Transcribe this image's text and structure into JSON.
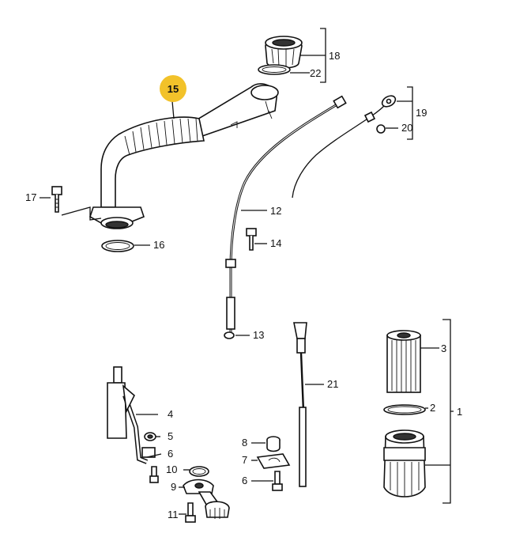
{
  "highlight_color": "#f2c22a",
  "labels": {
    "p1": "1",
    "p2": "2",
    "p3": "3",
    "p4": "4",
    "p5": "5",
    "p6a": "6",
    "p6b": "6",
    "p7": "7",
    "p8": "8",
    "p9": "9",
    "p10": "10",
    "p11": "11",
    "p12": "12",
    "p13": "13",
    "p14": "14",
    "p15": "15",
    "p16": "16",
    "p17": "17",
    "p18": "18",
    "p19": "19",
    "p20": "20",
    "p21": "21",
    "p22": "22"
  },
  "highlighted_part": "15"
}
